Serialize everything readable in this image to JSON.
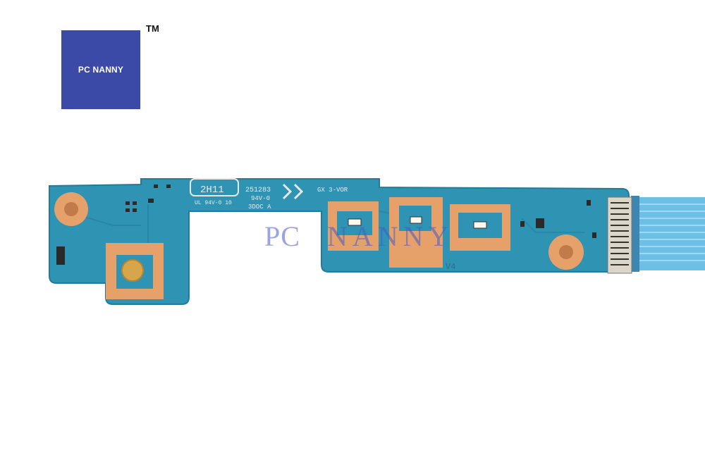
{
  "brand": {
    "logo_text": "PC NANNY",
    "trademark": "TM",
    "logo_color": "#3a4aa6"
  },
  "watermark": {
    "word1": "PC",
    "word2": "NANNY",
    "color": "#4f63c8"
  },
  "board": {
    "color": "#2f93b4",
    "pad_color": "#e6a16a",
    "cable_color": "#5fb8e2",
    "silkscreen": {
      "label_box": "2H11",
      "code": "251283",
      "text_lines": [
        "3DOC A",
        "94V-0",
        "UL 94V-0 10"
      ],
      "rev": "GX 3-VOR",
      "marker": "V4"
    }
  },
  "components": [
    "power-button",
    "led-1",
    "led-2",
    "led-3",
    "flex-connector",
    "ribbon-cable",
    "mounting-hole-left",
    "mounting-hole-right"
  ]
}
